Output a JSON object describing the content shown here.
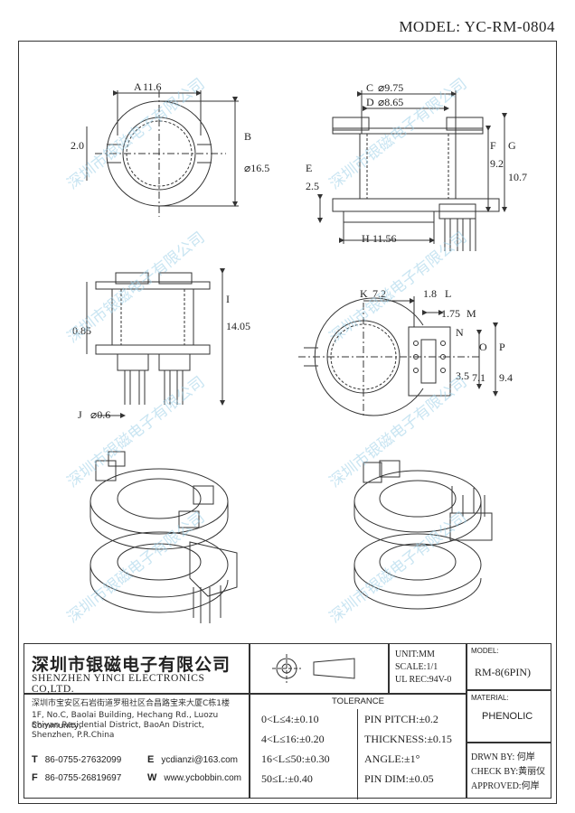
{
  "header": {
    "model": "MODEL: YC-RM-0804"
  },
  "drawing": {
    "dims": {
      "a": "A",
      "a_val": "11.6",
      "b": "B",
      "b_val": "⌀16.5",
      "c": "C",
      "c_val": "⌀9.75",
      "d": "D",
      "d_val": "⌀8.65",
      "e": "E",
      "e_val": "2.5",
      "f": "F",
      "f_val": "9.2",
      "g": "G",
      "g_val": "10.7",
      "h": "H",
      "h_val": "11.56",
      "i": "I",
      "i_val": "14.05",
      "j": "J",
      "j_val": "⌀0.6",
      "k": "K",
      "k_val": "7.2",
      "l": "L",
      "l_val": "1.8",
      "m": "M",
      "m_val": "1.75",
      "n": "N",
      "n_val": "3.5",
      "o": "O",
      "o_val": "7.1",
      "p": "P",
      "p_val": "9.4",
      "top_left_20": "2.0",
      "side_085": "0.85"
    },
    "watermark": "深圳市银磁电子有限公司"
  },
  "title_block": {
    "company_cn": "深圳市银磁电子有限公司",
    "company_en": "SHENZHEN YINCI ELECTRONICS CO,LTD.",
    "address_cn": "深圳市宝安区石岩街道罗租社区合昌路宝来大厦C栋1楼",
    "address_en_1": "1F, No.C, Baolai Building, Hechang Rd., Luozu Community,",
    "address_en_2": "Shiyan Residential District, BaoAn District,",
    "address_en_3": "Shenzhen, P.R.China",
    "tel_label": "T",
    "tel": "86-0755-27632099",
    "fax_label": "F",
    "fax": "86-0755-26819697",
    "email_label": "E",
    "email": "ycdianzi@163.com",
    "web_label": "W",
    "web": "www.ycbobbin.com",
    "unit": "UNIT:MM",
    "scale": "SCALE:1/1",
    "ul": "UL REC:94V-0",
    "model_label": "MODEL:",
    "model_value": "RM-8(6PIN)",
    "material_label": "MATERIAL:",
    "material_value": "PHENOLIC",
    "tolerance_title": "TOLERANCE",
    "tol_left": [
      "0<L≤4:±0.10",
      "4<L≤16:±0.20",
      "16<L≤50:±0.30",
      "50≤L:±0.40"
    ],
    "tol_right": [
      "PIN PITCH:±0.2",
      "THICKNESS:±0.15",
      "ANGLE:±1°",
      "PIN DIM:±0.05"
    ],
    "drwn_by": "DRWN BY: 何岸",
    "check_by": "CHECK BY:黄丽仪",
    "approved": "APPROVED:何岸"
  }
}
